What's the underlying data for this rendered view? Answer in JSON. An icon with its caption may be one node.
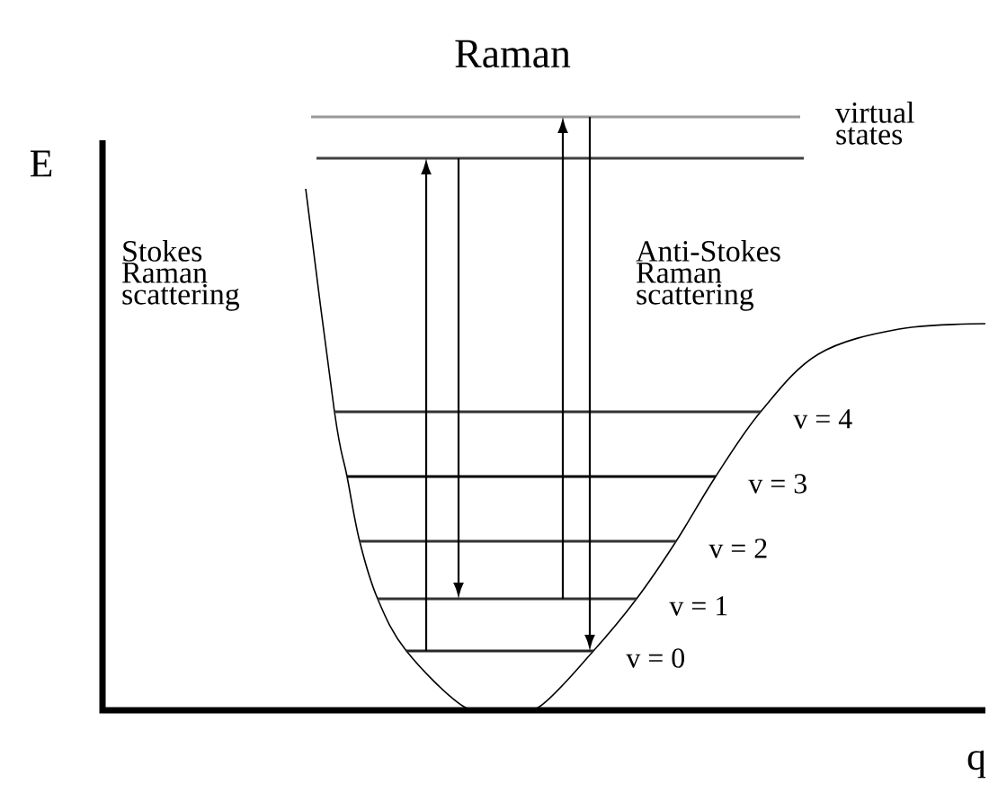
{
  "diagram": {
    "title": "Raman",
    "nodes": [
      {
        "text": [],
        "shape": "line"
      },
      {
        "text": [],
        "shape": "line"
      },
      {
        "text": [],
        "shape": "line",
        "beside": [
          "v = 4"
        ]
      },
      {
        "text": [],
        "shape": "line",
        "beside": [
          "v = 3"
        ]
      },
      {
        "text": [],
        "shape": "line",
        "beside": [
          "v = 2"
        ]
      },
      {
        "text": [],
        "shape": "line",
        "beside": [
          "v = 1"
        ]
      },
      {
        "text": [],
        "shape": "line",
        "beside": [
          "v = 0"
        ]
      }
    ],
    "edges": [
      {
        "from": 6,
        "to": 1,
        "arrow": "to"
      },
      {
        "from": 1,
        "to": 5,
        "arrow": "to"
      },
      {
        "from": 5,
        "to": 0,
        "arrow": "to"
      },
      {
        "from": 0,
        "to": 6,
        "arrow": "to"
      }
    ],
    "labels": [
      "E",
      "virtual states",
      "Stokes Raman scattering",
      "Anti-Stokes Raman scattering",
      "q"
    ]
  }
}
